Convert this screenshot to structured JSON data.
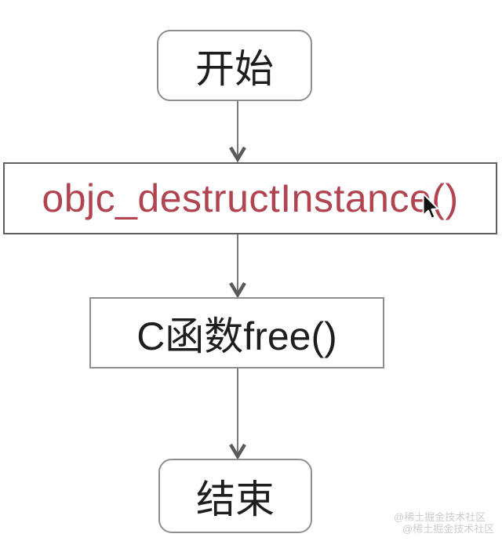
{
  "diagram": {
    "type": "flowchart",
    "direction": "top-down",
    "nodes": {
      "start": {
        "label": "开始",
        "shape": "rounded-rect",
        "text_color": "#1e1e1e"
      },
      "destruct": {
        "label": "objc_destructInstance()",
        "shape": "rect",
        "text_color": "#b24350"
      },
      "cfree": {
        "label": "C函数free()",
        "shape": "rect",
        "text_color": "#1e1e1e"
      },
      "end": {
        "label": "结束",
        "shape": "rounded-rect",
        "text_color": "#1e1e1e"
      }
    },
    "edges": [
      {
        "from": "start",
        "to": "destruct"
      },
      {
        "from": "destruct",
        "to": "cfree"
      },
      {
        "from": "cfree",
        "to": "end"
      }
    ]
  },
  "icons": {
    "cursor": "mouse-pointer-arrow"
  },
  "watermark": {
    "line1": "@稀土掘金技术社区",
    "line2": "@稀土掘金技术社区",
    "color": "#cccccc"
  },
  "colors": {
    "background": "#ffffff",
    "node_border": "#8e8e8e",
    "destruct_border": "#5f5f5f",
    "arrow_shaft": "#7a7a7a",
    "arrow_head": "#5a5a5a",
    "accent_red": "#b24350"
  }
}
